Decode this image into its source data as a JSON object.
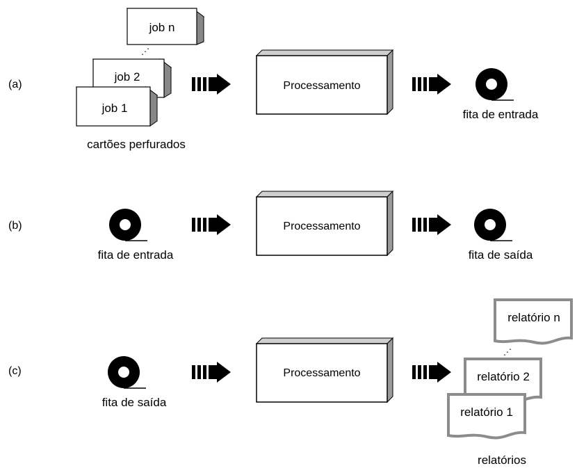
{
  "diagram": {
    "rows": [
      {
        "label": "(a)",
        "input_cards": [
          "job n",
          "job 2",
          "job 1"
        ],
        "input_caption": "cartões perfurados",
        "process_label": "Processamento",
        "output_caption": "fita de entrada"
      },
      {
        "label": "(b)",
        "input_caption": "fita de entrada",
        "process_label": "Processamento",
        "output_caption": "fita de saída"
      },
      {
        "label": "(c)",
        "input_caption": "fita de saída",
        "process_label": "Processamento",
        "output_reports": [
          "relatório n",
          "relatório 2",
          "relatório 1"
        ],
        "output_caption": "relatórios"
      }
    ],
    "colors": {
      "ink": "#000000",
      "box_side": "#9a9a9a",
      "card_side": "#888888",
      "report_border": "#8c8c8c"
    }
  }
}
